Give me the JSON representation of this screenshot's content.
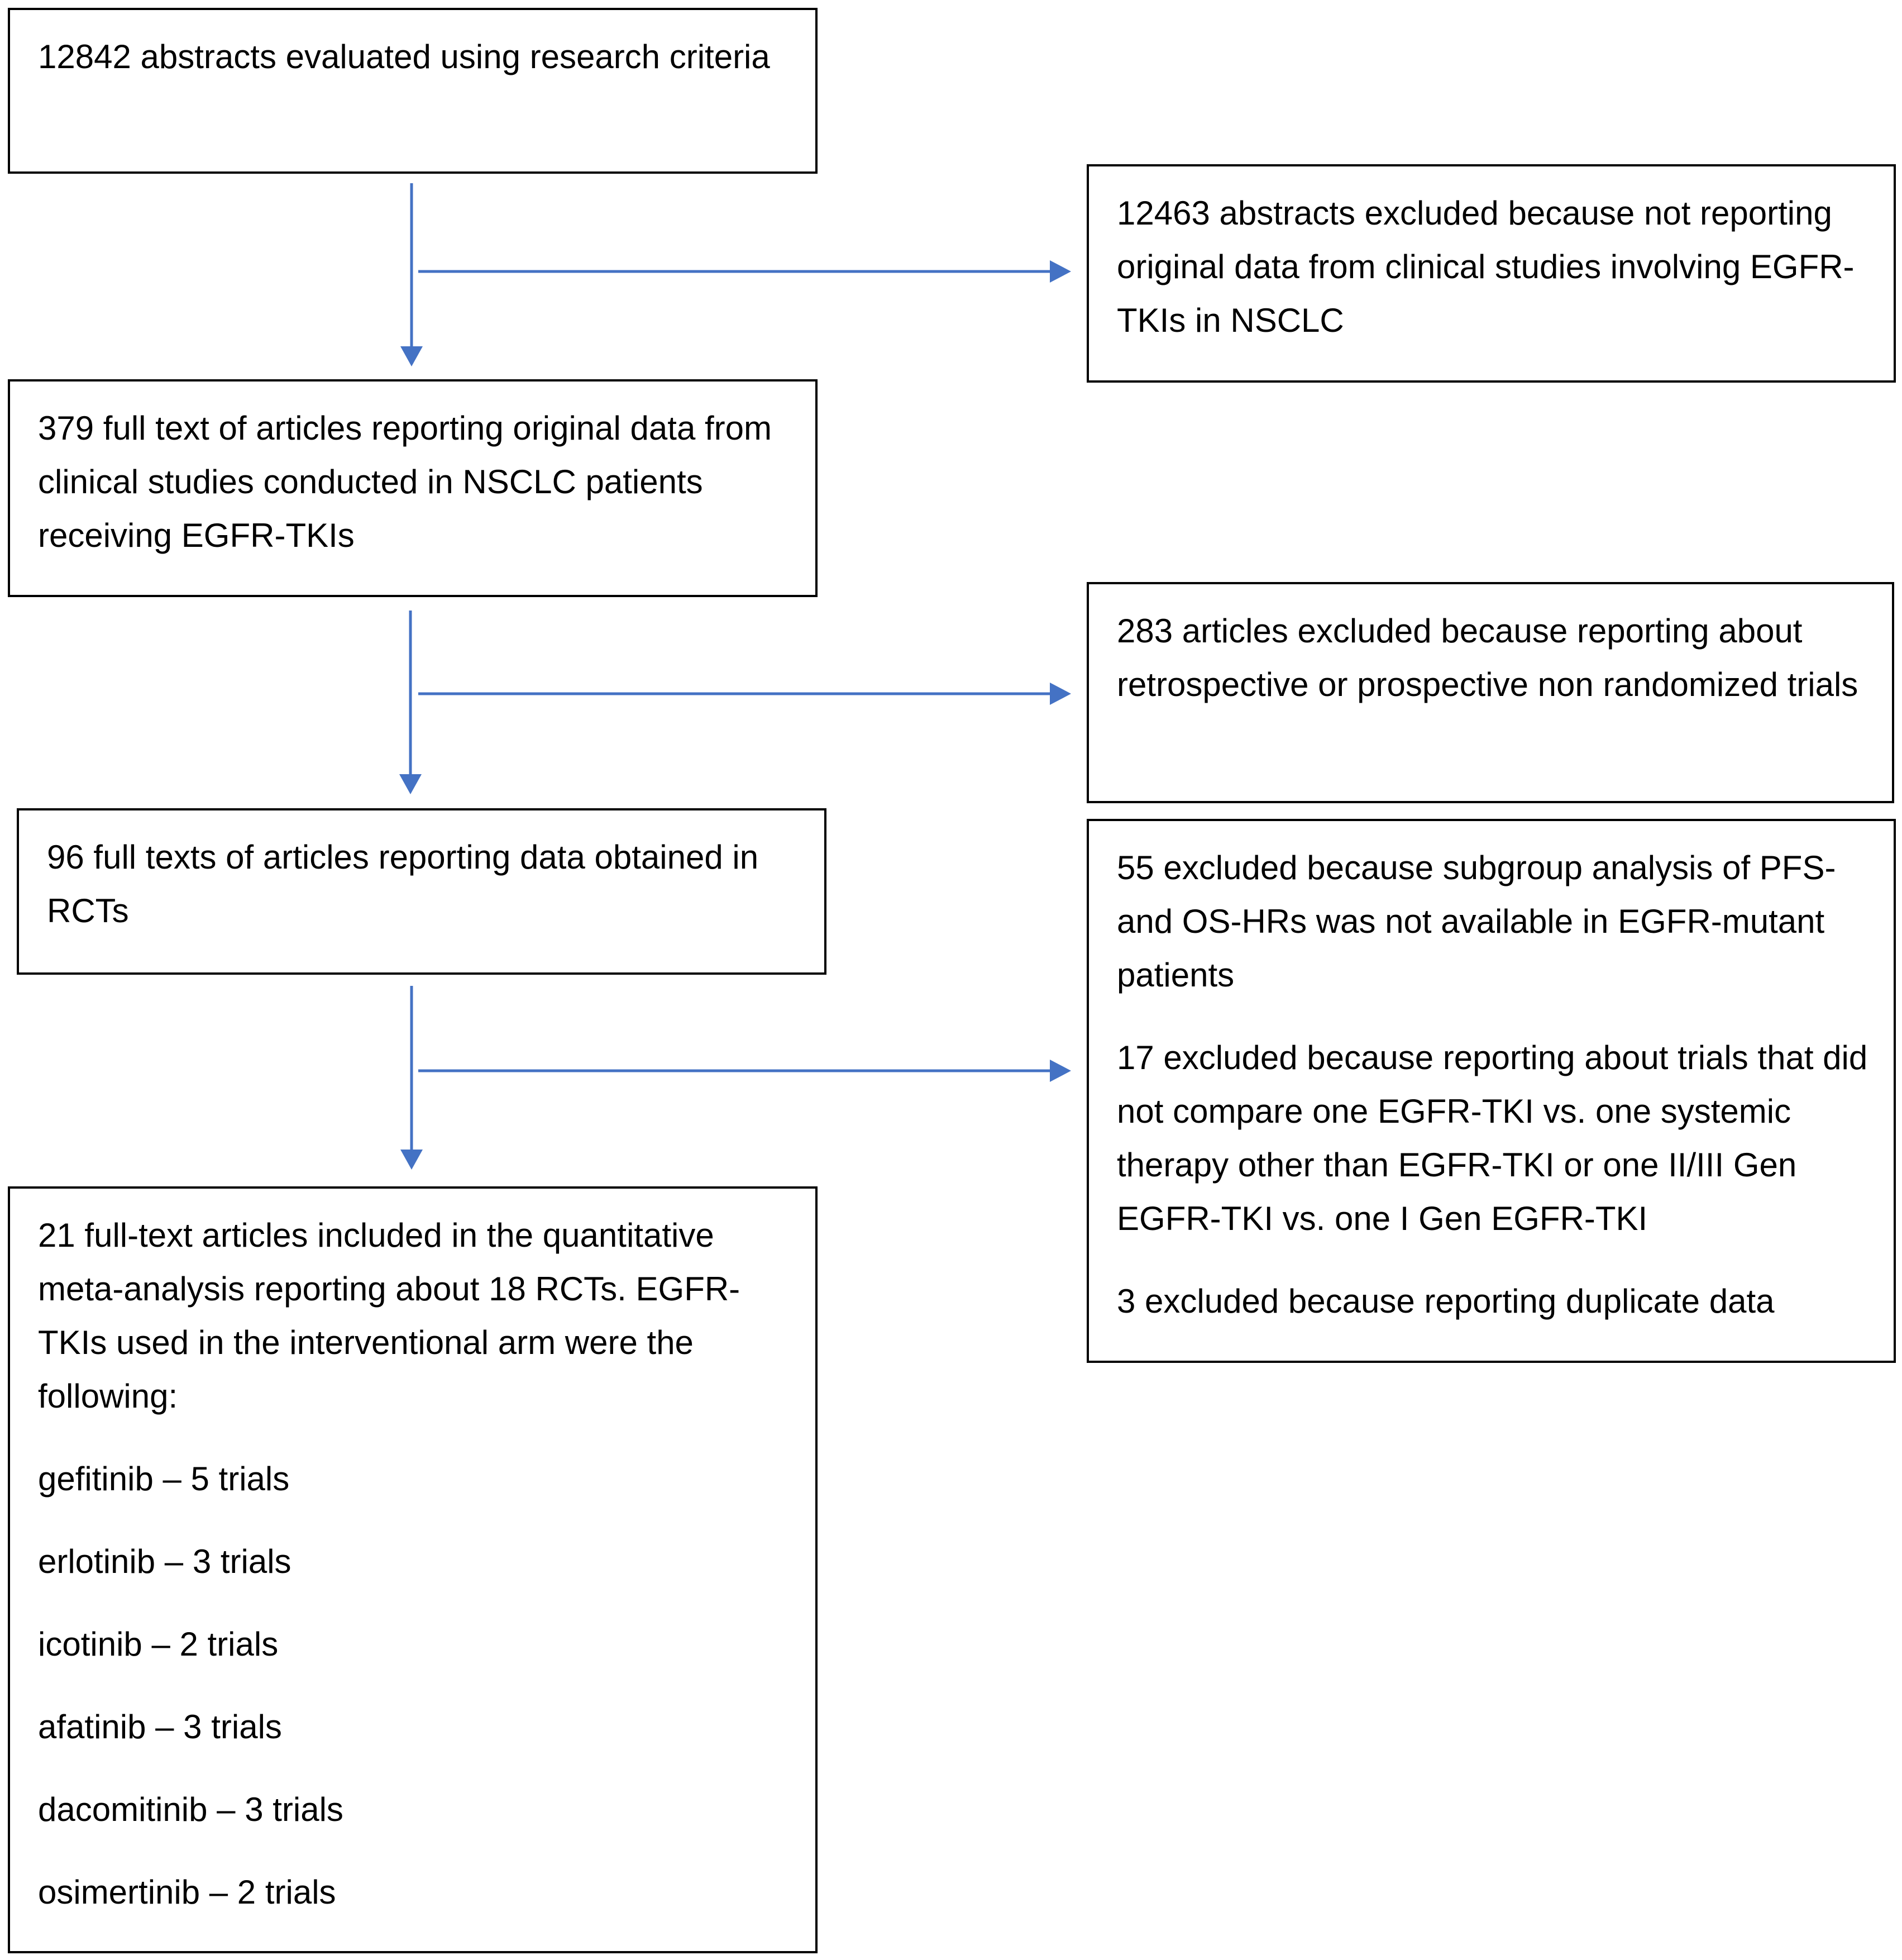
{
  "flowchart": {
    "main_flow": {
      "abstracts": "12842 abstracts evaluated using research criteria",
      "full_text": "379 full text of articles reporting original data from clinical studies conducted in NSCLC patients receiving EGFR-TKIs",
      "rcts": "96 full texts of articles reporting data obtained in RCTs",
      "included": {
        "intro": "21 full-text articles included in the quantitative meta-analysis reporting about 18 RCTs. EGFR-TKIs used in the interventional arm were the following:",
        "drugs": [
          "gefitinib – 5 trials",
          "erlotinib – 3 trials",
          "icotinib – 2 trials",
          "afatinib – 3 trials",
          "dacomitinib – 3 trials",
          "osimertinib – 2 trials"
        ]
      }
    },
    "exclusions": {
      "abstracts": "12463 abstracts excluded because not reporting original data from clinical studies involving EGFR-TKIs in NSCLC",
      "non_randomized": "283 articles excluded because reporting about retrospective or prospective non randomized trials",
      "rct_stage": [
        "55 excluded because subgroup analysis of PFS- and OS-HRs was not available in EGFR-mutant patients",
        "17 excluded because reporting about trials that did not compare one EGFR-TKI vs. one systemic therapy other than EGFR-TKI or one II/III Gen EGFR-TKI vs. one I Gen EGFR-TKI",
        "3 excluded because reporting duplicate data"
      ]
    },
    "colors": {
      "arrow": "#4472C4",
      "box_border": "#000000",
      "text": "#000000"
    }
  }
}
